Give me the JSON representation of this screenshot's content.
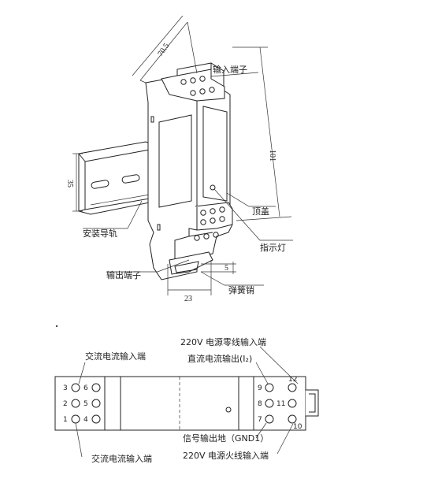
{
  "top_view": {
    "dim_width": "70.5",
    "dim_height": "101",
    "dim_rail": "35",
    "dim_depth": "23",
    "dim_clip": "5",
    "label_input_terminal": "输入端子",
    "label_top_cover": "顶盖",
    "label_rail": "安装导轨",
    "label_indicator": "指示灯",
    "label_output_terminal": "输出端子",
    "label_spring_pin": "弹簧销"
  },
  "front_view": {
    "label_ac_input_top": "交流电流输入端",
    "label_ac_input_bottom": "交流电流输入端",
    "label_neutral_input": "220V 电源零线输入端",
    "label_dc_output": "直流电流输出(I₂)",
    "label_signal_gnd": "信号输出地（GND1）",
    "label_live_input": "220V 电源火线输入端",
    "terminals_left_col1": [
      "3",
      "2",
      "1"
    ],
    "terminals_left_col2": [
      "6",
      "5",
      "4"
    ],
    "terminals_right_col1": [
      "9",
      "8",
      "7"
    ],
    "terminals_right_col2": [
      "12",
      "11",
      "10"
    ]
  }
}
